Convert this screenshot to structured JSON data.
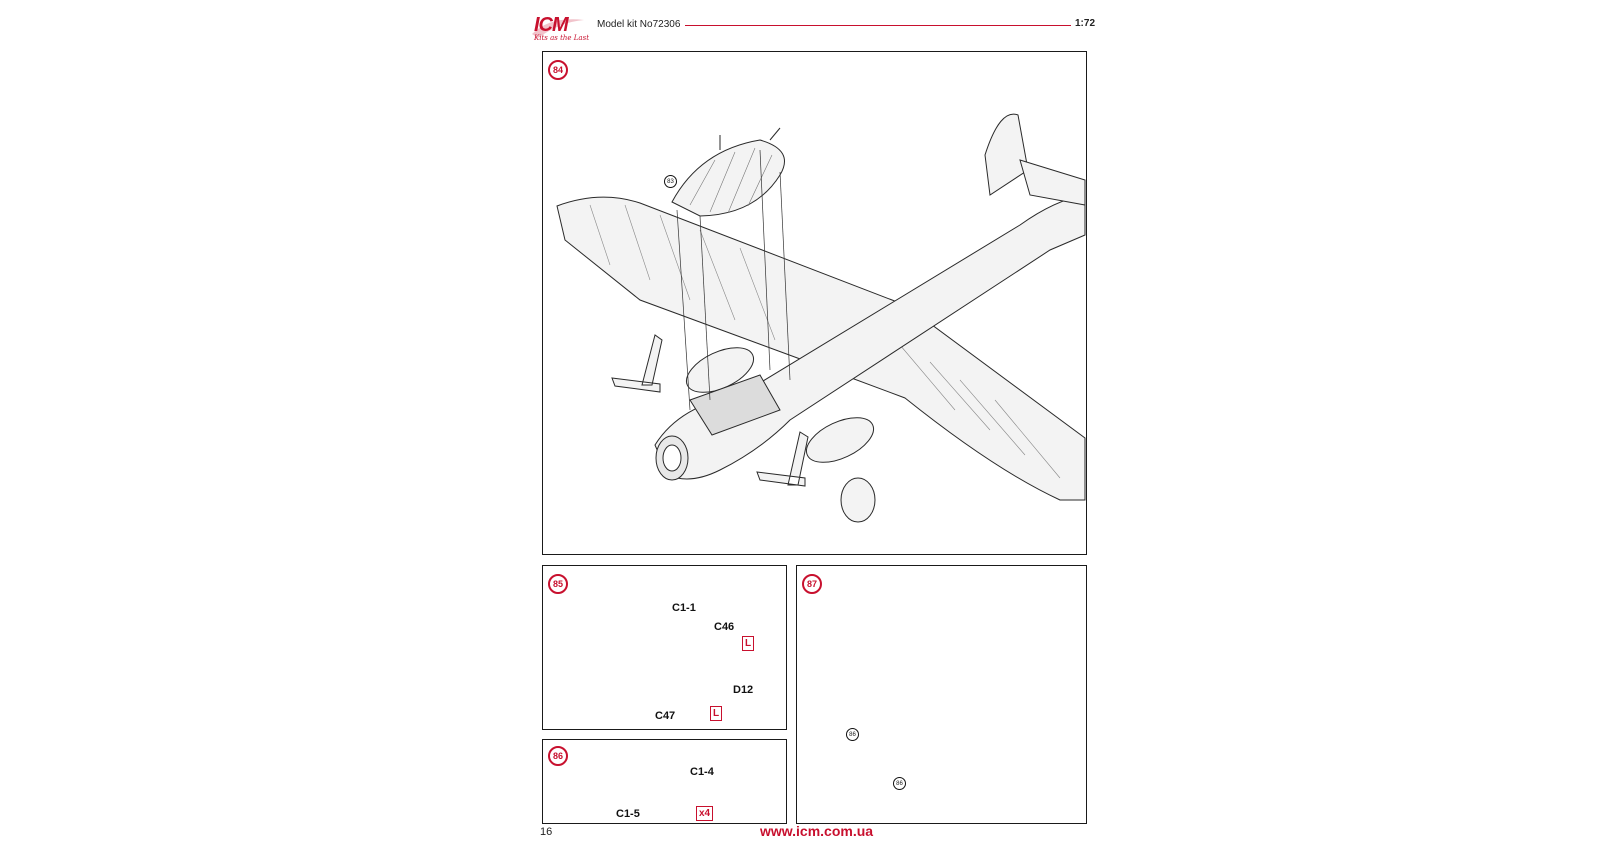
{
  "header": {
    "brand": "ICM",
    "brand_tagline": "Kits as the Last",
    "model": "Model kit No72306",
    "scale": "1:72"
  },
  "steps": [
    {
      "number": "84",
      "refs": [
        "83"
      ]
    },
    {
      "number": "85",
      "parts": [
        "C1-1",
        "C46",
        "D12",
        "C47"
      ],
      "markers": [
        "L",
        "L"
      ]
    },
    {
      "number": "86",
      "parts": [
        "C1-4",
        "C1-5"
      ],
      "quantity": "x4"
    },
    {
      "number": "87",
      "refs": [
        "86",
        "86"
      ]
    }
  ],
  "footer": {
    "page_number": "16",
    "url": "www.icm.com.ua"
  },
  "colors": {
    "accent": "#c8102e",
    "line": "#1a1a1a",
    "fill": "#f2f2f2"
  }
}
